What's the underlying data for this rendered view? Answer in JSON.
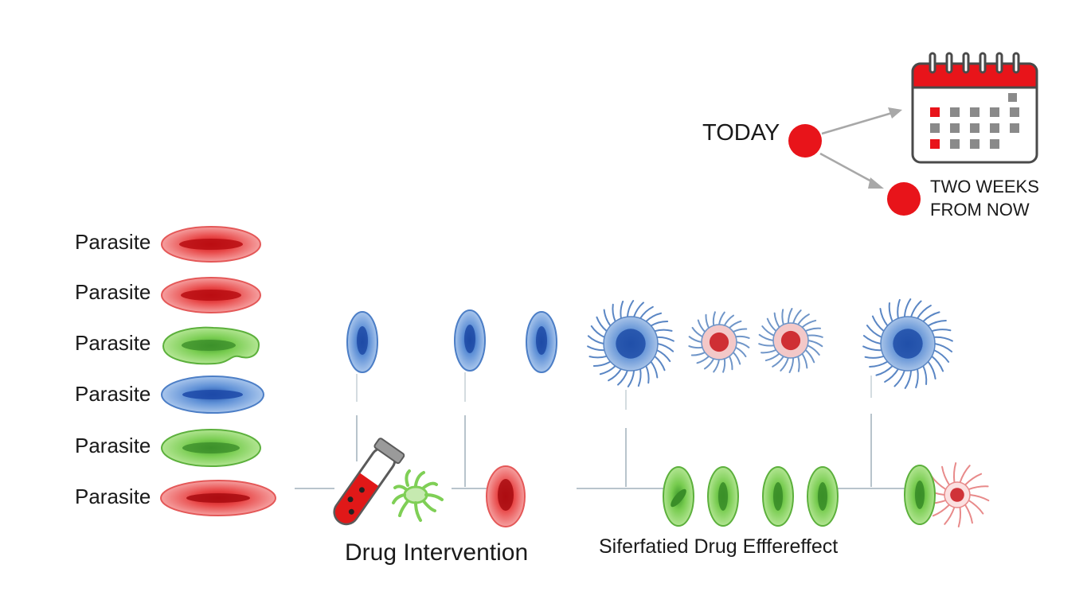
{
  "parasite_list": {
    "items": [
      {
        "label": "Parasite",
        "color": "red"
      },
      {
        "label": "Parasite",
        "color": "red"
      },
      {
        "label": "Parasite",
        "color": "green"
      },
      {
        "label": "Parasite",
        "color": "blue"
      },
      {
        "label": "Parasite",
        "color": "green"
      },
      {
        "label": "Parasite",
        "color": "red"
      }
    ]
  },
  "timeline": {
    "today_label": "TODAY",
    "future_line1": "TWO WEEKS",
    "future_line2": "FROM NOW",
    "marker_color": "#e8141a",
    "calendar_icon": "calendar-icon"
  },
  "captions": {
    "drug_intervention": "Drug Intervention",
    "drug_effect": "Siferfatied Drug Efffereffect"
  },
  "colors": {
    "red": "#e02020",
    "green": "#6cc44a",
    "blue": "#4a7fc8",
    "line": "#b8c4cc"
  }
}
